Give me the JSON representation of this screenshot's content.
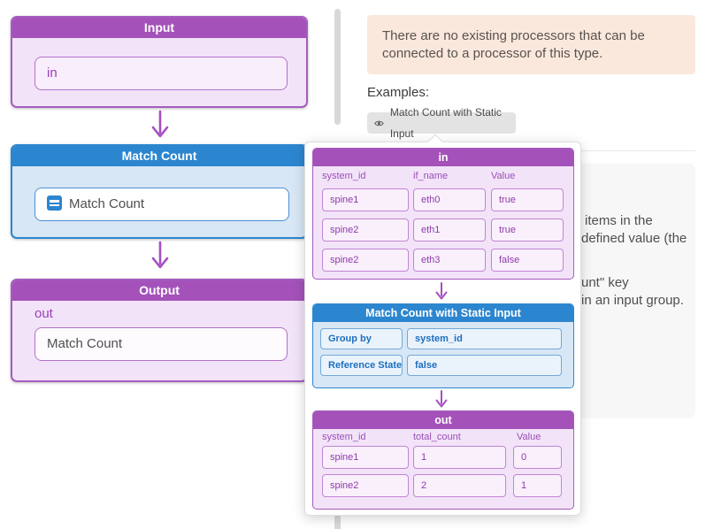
{
  "left_panel": {
    "input_box": {
      "title": "Input",
      "field_value": "in"
    },
    "processor_box": {
      "title": "Match Count",
      "field_value": "Match Count"
    },
    "output_box": {
      "title": "Output",
      "output_label": "out",
      "field_value": "Match Count"
    }
  },
  "right_panel": {
    "notice_text": "There are no existing processors that can be connected to a processor of this type.",
    "examples_label": "Examples:",
    "example_button_label": "Match Count with Static Input",
    "description_fragments": {
      "0": "items in the",
      "1": "defined value (the",
      "2": "unt\" key",
      "3": "in an input group."
    }
  },
  "popup": {
    "input_table": {
      "title": "in",
      "columns": [
        "system_id",
        "if_name",
        "Value"
      ],
      "rows": [
        [
          "spine1",
          "eth0",
          "true"
        ],
        [
          "spine2",
          "eth1",
          "true"
        ],
        [
          "spine2",
          "eth3",
          "false"
        ]
      ]
    },
    "processor_table": {
      "title": "Match Count with Static Input",
      "rows": [
        [
          "Group by",
          "system_id"
        ],
        [
          "Reference State",
          "false"
        ]
      ]
    },
    "output_table": {
      "title": "out",
      "columns": [
        "system_id",
        "total_count",
        "Value"
      ],
      "rows": [
        [
          "spine1",
          "1",
          "0"
        ],
        [
          "spine2",
          "2",
          "1"
        ]
      ]
    }
  },
  "icons": {
    "example_button": "eye-icon",
    "processor_field": "equals-icon",
    "flow_connector": "down-arrow-icon"
  },
  "colors": {
    "purple_header": "#a452ba",
    "purple_body": "#f2e3f8",
    "purple_text": "#9b3fb8",
    "blue_header": "#2c86cf",
    "blue_body": "#d8e7f5",
    "blue_text": "#1d6fc0",
    "notice_bg": "#fbe8dc",
    "pill_bg": "#e3e3e3",
    "panel_bg": "#f7f7f7",
    "arrow": "#a44fc0",
    "body_text": "#4f4f4f"
  }
}
